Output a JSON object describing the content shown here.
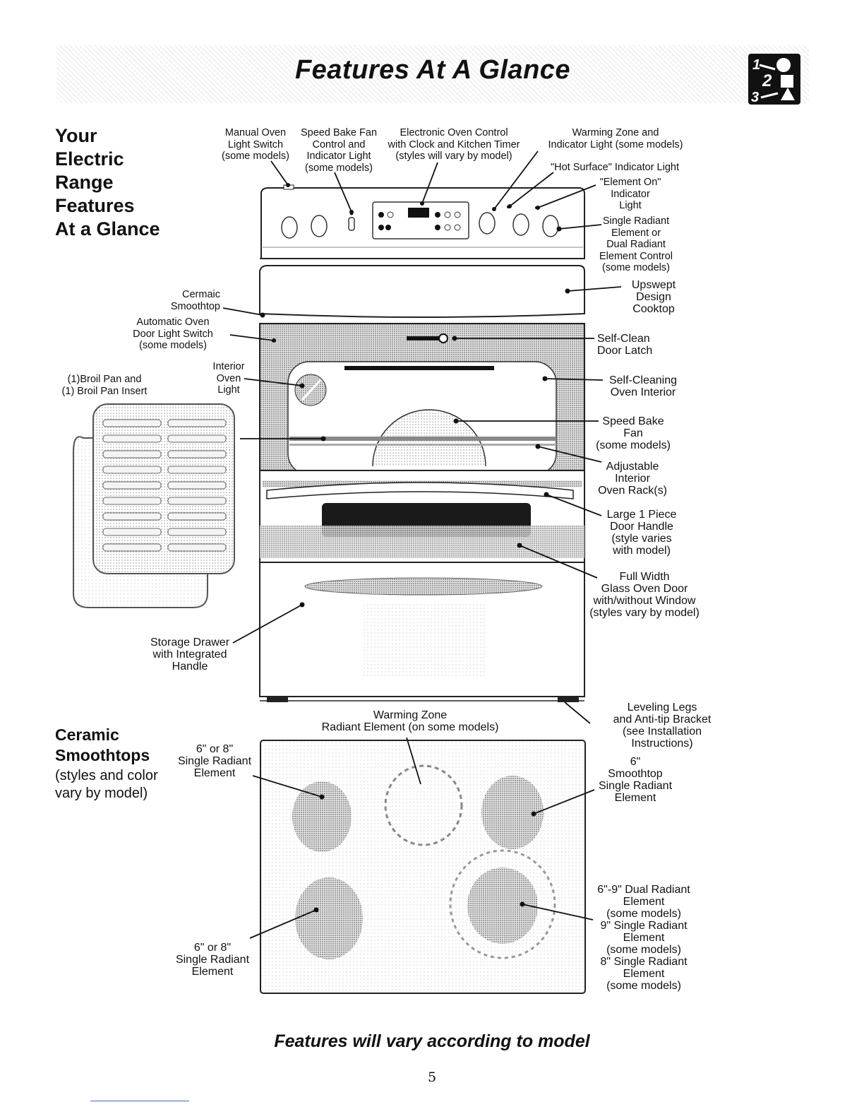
{
  "banner": {
    "title": "Features At A Glance"
  },
  "step_icon": {
    "n1": "1",
    "n2": "2",
    "n3": "3"
  },
  "left_heading": {
    "lines": [
      "Your",
      "Electric",
      "Range",
      "Features",
      "At a Glance"
    ]
  },
  "range_labels": {
    "manual_oven": "Manual Oven\nLight Switch\n(some models)",
    "speed_bake": "Speed Bake Fan\nControl and\nIndicator Light\n(some models)",
    "electronic": "Electronic Oven Control\nwith Clock and Kitchen Timer\n(styles will vary by model)",
    "warming_zone": "Warming Zone and\nIndicator Light (some models)",
    "hot_surface": "\"Hot Surface\" Indicator Light",
    "element_on": "\"Element On\"\nIndicator\nLight",
    "single_radiant_control": "Single Radiant\nElement or\nDual Radiant\nElement Control\n(some models)",
    "upswept": "Upswept\nDesign\nCooktop",
    "cermaic": "Cermaic\nSmoothtop",
    "auto_door_switch": "Automatic Oven\nDoor Light Switch\n(some models)",
    "self_clean_latch": "Self-Clean\nDoor Latch",
    "interior_light": "Interior\nOven\nLight",
    "broil_pan": "(1)Broil Pan and\n(1) Broil Pan Insert",
    "self_cleaning_interior": "Self-Cleaning\nOven Interior",
    "speed_bake_fan": "Speed Bake\nFan\n(some models)",
    "racks": "Adjustable\nInterior\nOven Rack(s)",
    "handle": "Large 1 Piece\nDoor Handle\n(style varies\nwith model)",
    "glass_door": "Full Width\nGlass Oven Door\nwith/without Window\n(styles vary by model)",
    "storage_drawer": "Storage Drawer\nwith Integrated\nHandle",
    "leveling_legs": "Leveling Legs\nand Anti-tip Bracket\n(see Installation\nInstructions)"
  },
  "ceramic_heading": {
    "title": "Ceramic\nSmoothtops",
    "subtitle": "(styles and color\nvary by model)"
  },
  "cooktop_labels": {
    "warming_zone_element": "Warming Zone\nRadiant Element (on some models)",
    "left_top": "6\" or 8\"\nSingle Radiant\nElement",
    "left_bottom": "6\" or 8\"\nSingle Radiant\nElement",
    "right_top": "6\"\nSmoothtop\nSingle Radiant\nElement",
    "right_bottom": "6\"-9\" Dual Radiant\nElement\n(some models)\n9\" Single Radiant\nElement\n(some models)\n8\" Single Radiant\nElement\n(some models)"
  },
  "footer": {
    "text": "Features will vary according to model",
    "page": "5"
  }
}
